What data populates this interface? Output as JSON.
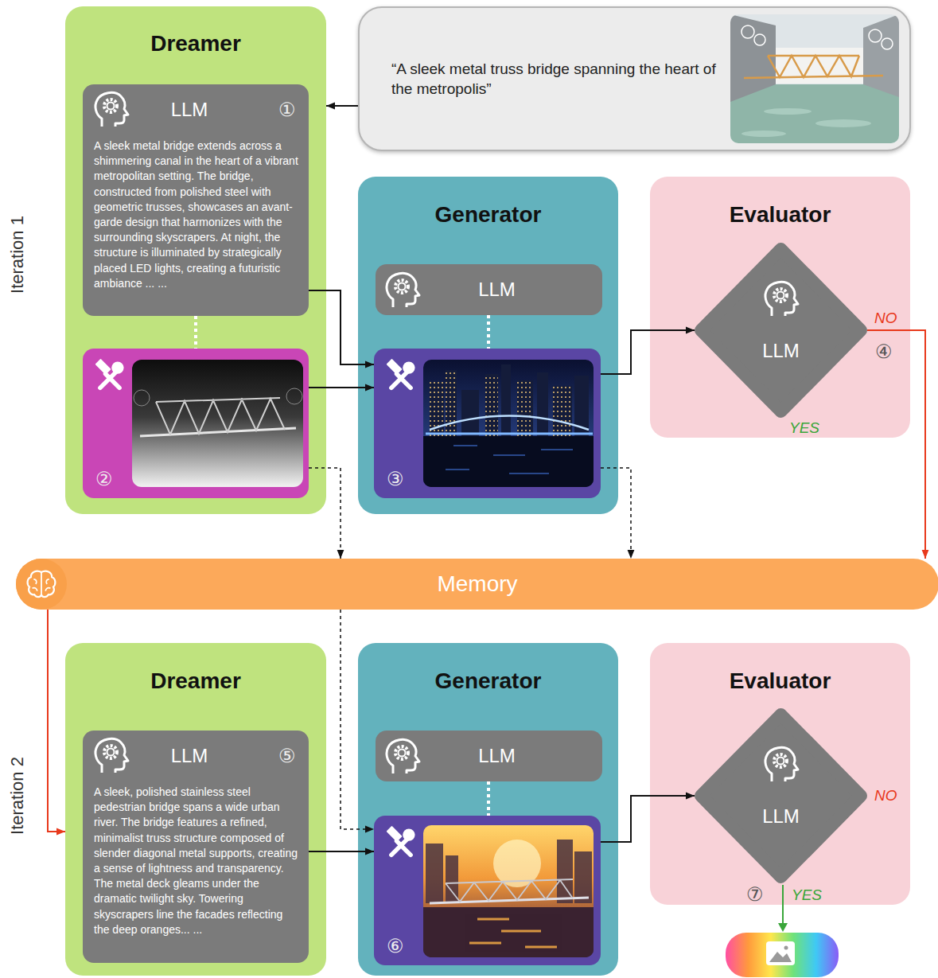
{
  "diagram": {
    "nodes": [
      {
        "text": [
          "Dreamer"
        ]
      },
      {
        "text": [
          "LLM",
          "①",
          "A sleek metal bridge extends across a shimmering canal in the heart of a vibrant metropolitan setting. The bridge, constructed from polished steel with geometric trusses, showcases an avant-garde design that harmonizes with the surrounding skyscrapers. At night, the structure is illuminated by strategically placed LED lights, creating a futuristic ambiance ... ..."
        ],
        "in": 0
      },
      {
        "text": [
          "②"
        ],
        "in": 0
      },
      {
        "text": [
          "“A sleek metal truss bridge spanning the heart of the metropolis”"
        ]
      },
      {
        "text": [
          "Generator"
        ]
      },
      {
        "text": [
          "LLM"
        ],
        "in": 4
      },
      {
        "text": [
          "③"
        ],
        "in": 4
      },
      {
        "text": [
          "Evaluator"
        ]
      },
      {
        "text": [
          "LLM"
        ],
        "in": 7
      },
      {
        "text": [
          "Memory"
        ]
      },
      {
        "text": [
          "Dreamer"
        ]
      },
      {
        "text": [
          "LLM",
          "⑤",
          "A sleek, polished stainless steel pedestrian bridge spans a wide urban river. The bridge features a refined, minimalist truss structure composed of slender diagonal metal supports, creating a sense of lightness and transparency. The metal deck gleams under the dramatic twilight sky. Towering skyscrapers line the facades reflecting the deep oranges... ..."
        ],
        "in": 10
      },
      {
        "text": [
          "Generator"
        ]
      },
      {
        "text": [
          "LLM"
        ],
        "in": 12
      },
      {
        "text": [
          "⑥"
        ],
        "in": 12
      },
      {
        "text": [
          "Evaluator"
        ]
      },
      {
        "text": [
          "LLM"
        ],
        "in": 15
      }
    ],
    "edges": [
      {
        "from": 3,
        "to": 0,
        "arrow": "to"
      },
      {
        "from": 1,
        "to": 2,
        "arrow": "none"
      },
      {
        "from": 1,
        "to": 6,
        "arrow": "to"
      },
      {
        "from": 2,
        "to": 6,
        "arrow": "to"
      },
      {
        "from": 2,
        "to": 9,
        "arrow": "to"
      },
      {
        "from": 5,
        "to": 6,
        "arrow": "none"
      },
      {
        "from": 6,
        "to": 8,
        "arrow": "to"
      },
      {
        "from": 6,
        "to": 9,
        "arrow": "to"
      },
      {
        "from": 8,
        "to": 9,
        "label": "NO",
        "arrow": "to"
      },
      {
        "from": 9,
        "to": 10,
        "arrow": "to"
      },
      {
        "from": 9,
        "to": 14,
        "arrow": "to"
      },
      {
        "from": 11,
        "to": 14,
        "arrow": "to"
      },
      {
        "from": 13,
        "to": 14,
        "arrow": "none"
      },
      {
        "from": 14,
        "to": 16,
        "arrow": "to"
      }
    ],
    "labels": [
      "Iteration 1",
      "④",
      "YES",
      "Iteration 2",
      "NO",
      "⑦",
      "YES"
    ]
  }
}
